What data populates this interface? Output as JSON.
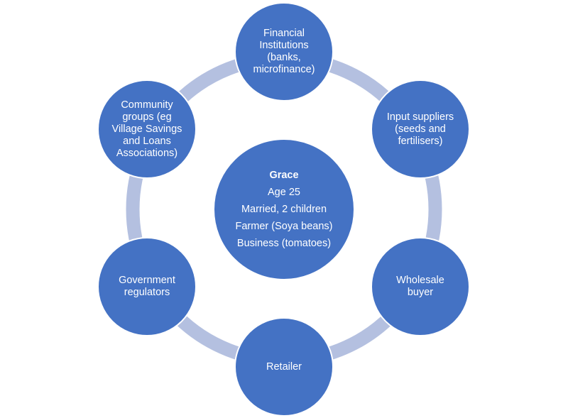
{
  "colors": {
    "node_fill": "#4472c4",
    "ring_stroke": "#b4c0e0",
    "text": "#ffffff"
  },
  "center": {
    "name": "Grace",
    "lines": [
      "Age 25",
      "Married, 2 children",
      "Farmer (Soya beans)",
      "Business (tomatoes)"
    ]
  },
  "nodes": [
    {
      "id": "financial",
      "lines": [
        "Financial",
        "Institutions",
        "(banks,",
        "microfinance)"
      ]
    },
    {
      "id": "input",
      "lines": [
        "Input suppliers",
        "(seeds and",
        "fertilisers)"
      ]
    },
    {
      "id": "wholesale",
      "lines": [
        "Wholesale",
        "buyer"
      ]
    },
    {
      "id": "retailer",
      "lines": [
        "Retailer"
      ]
    },
    {
      "id": "government",
      "lines": [
        "Government",
        "regulators"
      ]
    },
    {
      "id": "community",
      "lines": [
        "Community",
        "groups (eg",
        "Village Savings",
        "and Loans",
        "Associations)"
      ]
    }
  ]
}
